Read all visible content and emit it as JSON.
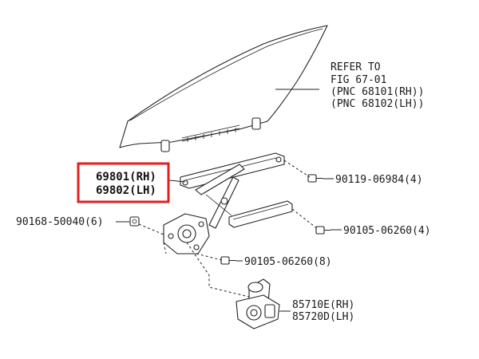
{
  "refer": {
    "line1": "REFER TO",
    "line2": "FIG 67-01",
    "line3": "(PNC 68101(RH))",
    "line4": "(PNC 68102(LH))"
  },
  "regulator": {
    "rh": "69801(RH)",
    "lh": "69802(LH)",
    "highlight_color": "#e02020"
  },
  "fasteners": {
    "bolt_upper": "90119-06984(4)",
    "bolt_lower": "90105-06260(4)",
    "bolt_center": "90105-06260(8)",
    "nut_left": "90168-50040(6)"
  },
  "motor": {
    "rh": "85710E(RH)",
    "lh": "85720D(LH)"
  }
}
